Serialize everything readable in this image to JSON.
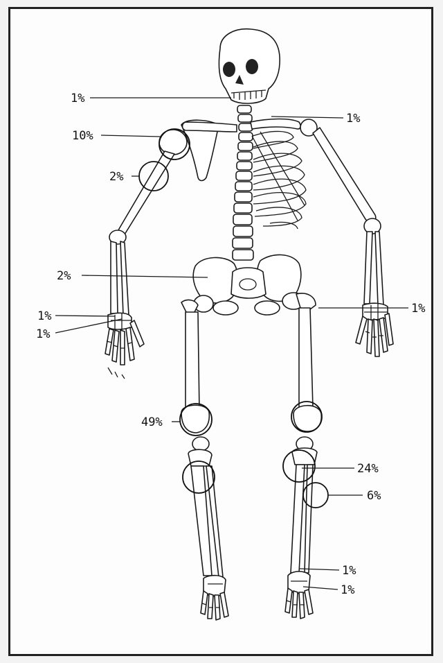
{
  "figure": {
    "regions": [
      {
        "id": "jaw",
        "label": "1%"
      },
      {
        "id": "clavicle",
        "label": "1%"
      },
      {
        "id": "shoulder",
        "label": "10%"
      },
      {
        "id": "humerus-upper",
        "label": "2%"
      },
      {
        "id": "pelvis",
        "label": "2%"
      },
      {
        "id": "wrist-radius",
        "label": "1%"
      },
      {
        "id": "wrist-ulna",
        "label": "1%"
      },
      {
        "id": "right-hand",
        "label": "1%"
      },
      {
        "id": "knee-distal-femur",
        "label": "49%"
      },
      {
        "id": "proximal-tibia",
        "label": "24%"
      },
      {
        "id": "proximal-fibula",
        "label": "6%"
      },
      {
        "id": "distal-tibia",
        "label": "1%"
      },
      {
        "id": "ankle",
        "label": "1%"
      }
    ]
  }
}
